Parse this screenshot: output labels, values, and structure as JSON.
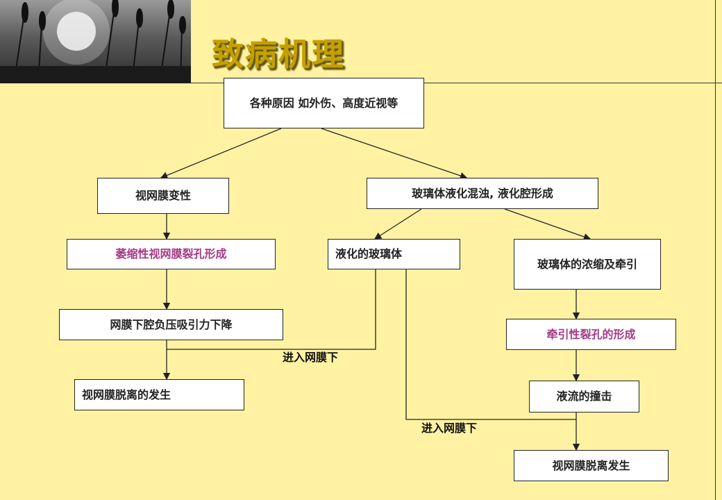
{
  "title": "致病机理",
  "nodes": {
    "cause": "各种原因 如外伤、高度近视等",
    "retina_degeneration": "视网膜变性",
    "vitreous_liquefaction": "玻璃体液化混浊, 液化腔形成",
    "atrophic_hole": "萎缩性视网膜裂孔形成",
    "liquefied_vitreous": "液化的玻璃体",
    "vitreous_traction": "玻璃体的浓缩及牵引",
    "subretinal_pressure": "网膜下腔负压吸引力下降",
    "traction_hole": "牵引性裂孔的形成",
    "detachment_left": "视网膜脱离的发生",
    "fluid_impact": "液流的撞击",
    "detachment_right": "视网膜脱离发生"
  },
  "labels": {
    "enter_left": "进入网膜下",
    "enter_right": "进入网膜下"
  },
  "colors": {
    "background": "#fff3a3",
    "title": "#c4a000",
    "magenta_text": "#a33a86"
  }
}
